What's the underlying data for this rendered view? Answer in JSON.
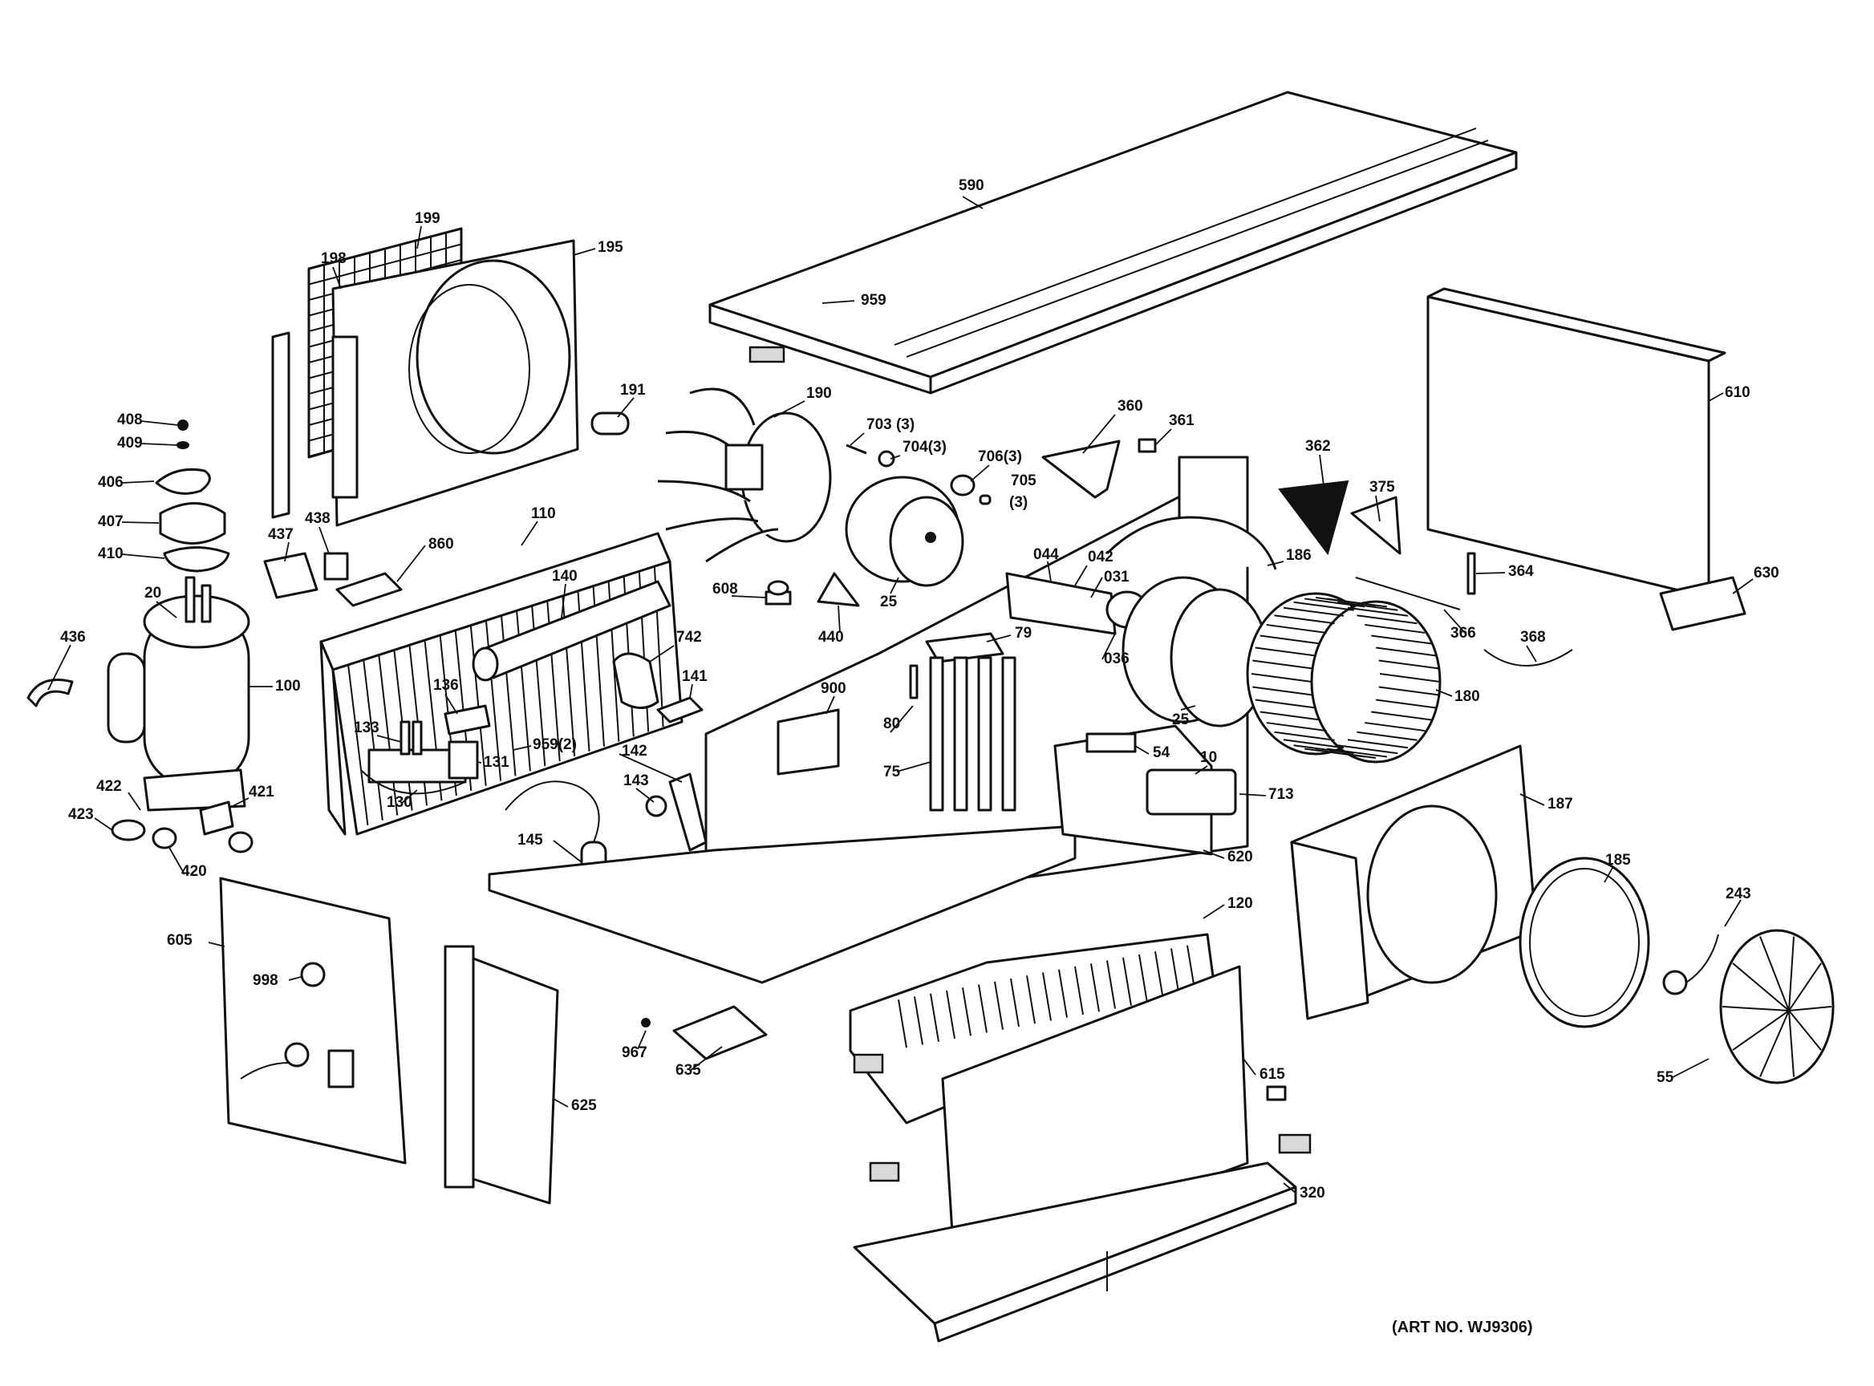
{
  "art_number": "(ART NO. WJ9306)",
  "callouts": [
    {
      "id": "590",
      "label": "590"
    },
    {
      "id": "959-top",
      "label": "959"
    },
    {
      "id": "199",
      "label": "199"
    },
    {
      "id": "198",
      "label": "198"
    },
    {
      "id": "195",
      "label": "195"
    },
    {
      "id": "191",
      "label": "191"
    },
    {
      "id": "190",
      "label": "190"
    },
    {
      "id": "703",
      "label": "703 (3)"
    },
    {
      "id": "704",
      "label": "704(3)"
    },
    {
      "id": "706",
      "label": "706(3)"
    },
    {
      "id": "705",
      "label": "705"
    },
    {
      "id": "705-qty",
      "label": "(3)"
    },
    {
      "id": "360",
      "label": "360"
    },
    {
      "id": "361",
      "label": "361"
    },
    {
      "id": "362",
      "label": "362"
    },
    {
      "id": "375",
      "label": "375"
    },
    {
      "id": "610",
      "label": "610"
    },
    {
      "id": "630",
      "label": "630"
    },
    {
      "id": "408",
      "label": "408"
    },
    {
      "id": "409",
      "label": "409"
    },
    {
      "id": "406",
      "label": "406"
    },
    {
      "id": "407",
      "label": "407"
    },
    {
      "id": "410",
      "label": "410"
    },
    {
      "id": "437",
      "label": "437"
    },
    {
      "id": "438",
      "label": "438"
    },
    {
      "id": "110",
      "label": "110"
    },
    {
      "id": "860",
      "label": "860"
    },
    {
      "id": "140",
      "label": "140"
    },
    {
      "id": "608",
      "label": "608"
    },
    {
      "id": "440",
      "label": "440"
    },
    {
      "id": "25-upper",
      "label": "25"
    },
    {
      "id": "044",
      "label": "044"
    },
    {
      "id": "042",
      "label": "042"
    },
    {
      "id": "031",
      "label": "031"
    },
    {
      "id": "036",
      "label": "036"
    },
    {
      "id": "186",
      "label": "186"
    },
    {
      "id": "364",
      "label": "364"
    },
    {
      "id": "366",
      "label": "366"
    },
    {
      "id": "368",
      "label": "368"
    },
    {
      "id": "20",
      "label": "20"
    },
    {
      "id": "436",
      "label": "436"
    },
    {
      "id": "100",
      "label": "100"
    },
    {
      "id": "742",
      "label": "742"
    },
    {
      "id": "141",
      "label": "141"
    },
    {
      "id": "900",
      "label": "900"
    },
    {
      "id": "79",
      "label": "79"
    },
    {
      "id": "80",
      "label": "80"
    },
    {
      "id": "25-lower",
      "label": "25"
    },
    {
      "id": "180",
      "label": "180"
    },
    {
      "id": "136",
      "label": "136"
    },
    {
      "id": "133",
      "label": "133"
    },
    {
      "id": "131",
      "label": "131"
    },
    {
      "id": "959-2",
      "label": "959(2)"
    },
    {
      "id": "142",
      "label": "142"
    },
    {
      "id": "54",
      "label": "54"
    },
    {
      "id": "10",
      "label": "10"
    },
    {
      "id": "713",
      "label": "713"
    },
    {
      "id": "75",
      "label": "75"
    },
    {
      "id": "422",
      "label": "422"
    },
    {
      "id": "421",
      "label": "421"
    },
    {
      "id": "423",
      "label": "423"
    },
    {
      "id": "130",
      "label": "130"
    },
    {
      "id": "143",
      "label": "143"
    },
    {
      "id": "145",
      "label": "145"
    },
    {
      "id": "420",
      "label": "420"
    },
    {
      "id": "620",
      "label": "620"
    },
    {
      "id": "187",
      "label": "187"
    },
    {
      "id": "605",
      "label": "605"
    },
    {
      "id": "998",
      "label": "998"
    },
    {
      "id": "120",
      "label": "120"
    },
    {
      "id": "185",
      "label": "185"
    },
    {
      "id": "243",
      "label": "243"
    },
    {
      "id": "967",
      "label": "967"
    },
    {
      "id": "635",
      "label": "635"
    },
    {
      "id": "615",
      "label": "615"
    },
    {
      "id": "55",
      "label": "55"
    },
    {
      "id": "625",
      "label": "625"
    },
    {
      "id": "320",
      "label": "320"
    }
  ]
}
